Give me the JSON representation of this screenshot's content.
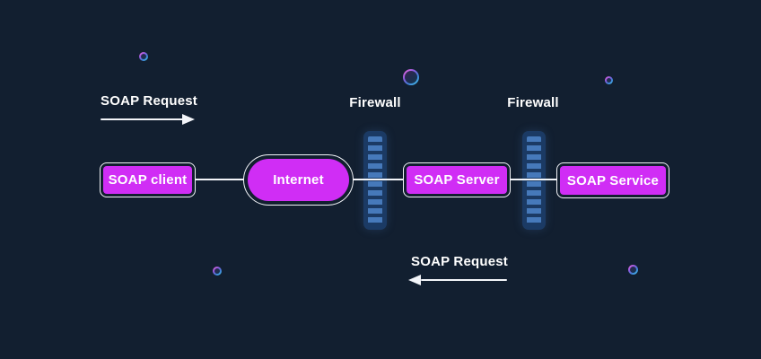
{
  "colors": {
    "bg": "#121f30",
    "node_fill": "#d02df5",
    "node_text": "#ffffff",
    "stroke": "#f3f5f9",
    "firewall_bar": "#1b3a64",
    "firewall_dash": "#4679ba",
    "bubble_pink": "#f06ad8",
    "bubble_blue": "#49c7ee"
  },
  "flows": {
    "top": {
      "label": "SOAP Request",
      "direction": "right"
    },
    "bottom": {
      "label": "SOAP Request",
      "direction": "left"
    }
  },
  "firewalls": {
    "left": {
      "label": "Firewall"
    },
    "right": {
      "label": "Firewall"
    }
  },
  "nodes": {
    "client": {
      "label": "SOAP client",
      "shape": "rect"
    },
    "internet": {
      "label": "Internet",
      "shape": "stadium"
    },
    "server": {
      "label": "SOAP Server",
      "shape": "rect"
    },
    "service": {
      "label": "SOAP Service",
      "shape": "rect"
    }
  }
}
